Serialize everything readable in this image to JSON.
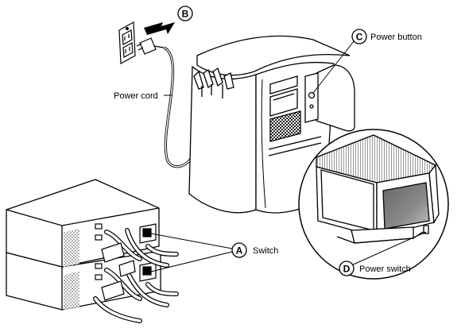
{
  "callouts": [
    {
      "letter": "A",
      "label": "Switch"
    },
    {
      "letter": "B",
      "label": ""
    },
    {
      "letter": "C",
      "label": "Power button"
    },
    {
      "letter": "D",
      "label": "Power switch"
    }
  ],
  "labels": {
    "power_cord": "Power cord"
  },
  "colors": {
    "line": "#000000",
    "background": "#ffffff",
    "shade": "#9a9a9a",
    "dark": "#444444"
  }
}
